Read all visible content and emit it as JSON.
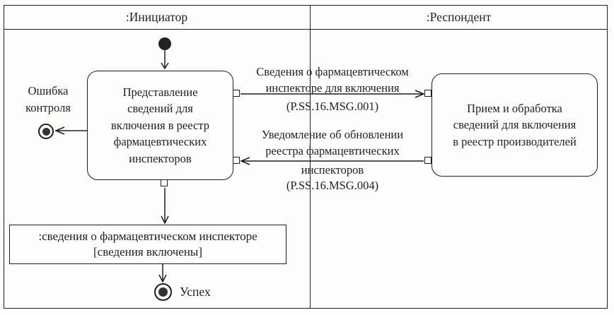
{
  "colors": {
    "ink": "#1f1f1f",
    "paper": "#fdfdfb"
  },
  "lanes": {
    "initiator_title": ":Инициатор",
    "respondent_title": ":Респондент"
  },
  "initiator_activity": {
    "label": "Представление сведений для включения в реестр фармацевтических инспекторов",
    "lines": [
      "Представление",
      "сведений для",
      "включения в реестр",
      "фармацевтических",
      "инспекторов"
    ]
  },
  "respondent_activity": {
    "label": "Прием и обработка сведений для включения в реестр производителей",
    "lines": [
      "Прием и обработка",
      "сведений для включения",
      "в реестр производителей"
    ]
  },
  "error_final": {
    "label": "Ошибка контроля",
    "lines": [
      "Ошибка",
      "контроля"
    ]
  },
  "success_final": {
    "label": "Успех"
  },
  "object_node": {
    "label": ":сведения о фармацевтическом инспекторе [сведения включены]",
    "lines": [
      ":сведения о фармацевтическом инспекторе",
      "[сведения включены]"
    ]
  },
  "messages": [
    {
      "direction": "right",
      "name": "P.SS.16.MSG.001",
      "lines": [
        "Сведения о фармацевтическом",
        "инспекторе для включения",
        "(P.SS.16.MSG.001)"
      ]
    },
    {
      "direction": "left",
      "name": "P.SS.16.MSG.004",
      "lines": [
        "Уведомление об обновлении",
        "реестра фармацевтических",
        "инспекторов",
        "(P.SS.16.MSG.004)"
      ]
    }
  ]
}
